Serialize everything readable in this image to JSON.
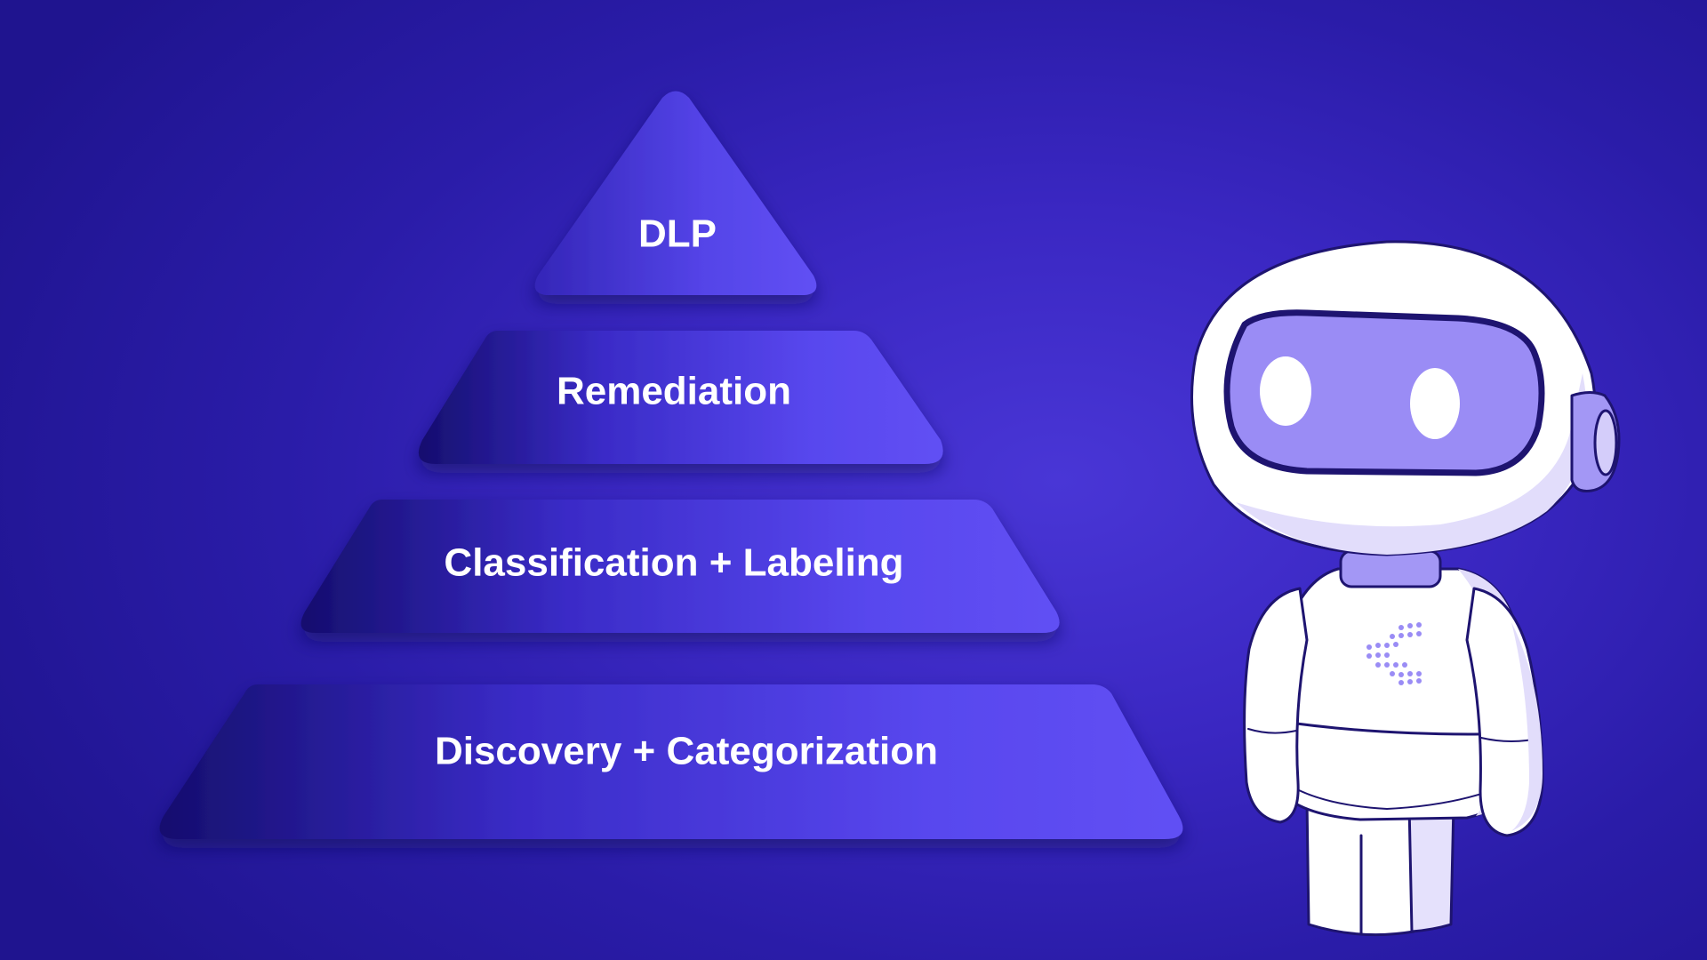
{
  "pyramid": {
    "tiers": [
      {
        "label": "DLP"
      },
      {
        "label": "Remediation"
      },
      {
        "label": "Classification + Labeling"
      },
      {
        "label": "Discovery + Categorization"
      }
    ]
  },
  "colors": {
    "background": "#2a1ca8",
    "tier_light": "#5b4af2",
    "tier_dark": "#1a127c",
    "mascot_body": "#ffffff",
    "mascot_accent": "#9a8cf5",
    "mascot_outline": "#1e1470"
  },
  "mascot": {
    "icon": "robot-mascot-icon"
  }
}
